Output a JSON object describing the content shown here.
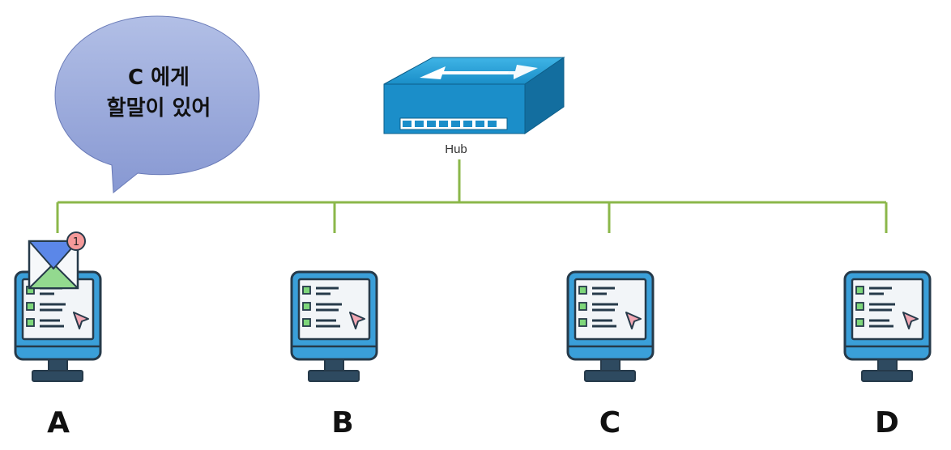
{
  "speech_bubble": {
    "line1": "C 에게",
    "line2": "할말이 있어"
  },
  "hub": {
    "label": "Hub"
  },
  "notification": {
    "count": "1"
  },
  "computers": [
    {
      "label": "A"
    },
    {
      "label": "B"
    },
    {
      "label": "C"
    },
    {
      "label": "D"
    }
  ],
  "colors": {
    "line": "#8bb74a",
    "bubble": "#9fb0df",
    "hub": "#1b8ec9",
    "monitor_frame": "#3a9fd9",
    "monitor_screen": "#f2f5f8"
  }
}
